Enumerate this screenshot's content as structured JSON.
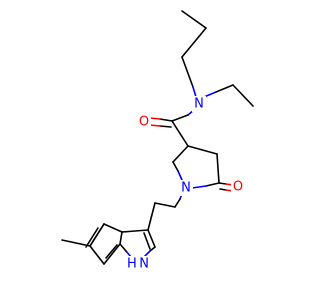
{
  "colors": {
    "background": "#ffffff",
    "carbon_bond": "#000000",
    "nitrogen": "#0000ff",
    "oxygen": "#ff0000"
  },
  "atoms": {
    "amide_n": "N",
    "amide_o": "O",
    "lactam_o": "O",
    "ring_n": "N",
    "indole_nh": "H N"
  }
}
